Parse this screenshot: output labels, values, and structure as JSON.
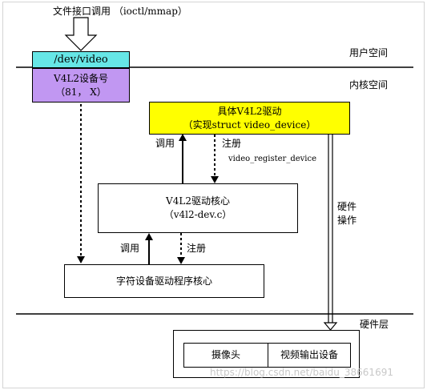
{
  "top_label": "文件接口调用 （ioctl/mmap）",
  "layers": {
    "user_space": "用户空间",
    "kernel_space": "内核空间",
    "hardware_layer": "硬件层"
  },
  "dev_video": "/dev/video",
  "v4l2_device_number": {
    "line1": "V4L2设备号",
    "line2": "（81， X）"
  },
  "specific_driver": {
    "line1": "具体V4L2驱动",
    "line2": "（实现struct video_device）"
  },
  "driver_core": {
    "line1": "V4L2驱动核心",
    "line2": "（v4l2-dev.c）"
  },
  "char_core": "字符设备驱动程序核心",
  "labels": {
    "call_upper": "调用",
    "register_upper": "注册",
    "video_register_device": "video_register_device",
    "call_lower": "调用",
    "register_lower": "注册",
    "hardware_op_line1": "硬件",
    "hardware_op_line2": "操作"
  },
  "hardware": {
    "camera": "摄像头",
    "video_output": "视频输出设备"
  },
  "watermark": "https://blog.csdn.net/baidu_38661691",
  "colors": {
    "dev_video_fill": "#66e6e6",
    "device_number_fill": "#c197f2",
    "driver_fill": "#ffff00"
  }
}
